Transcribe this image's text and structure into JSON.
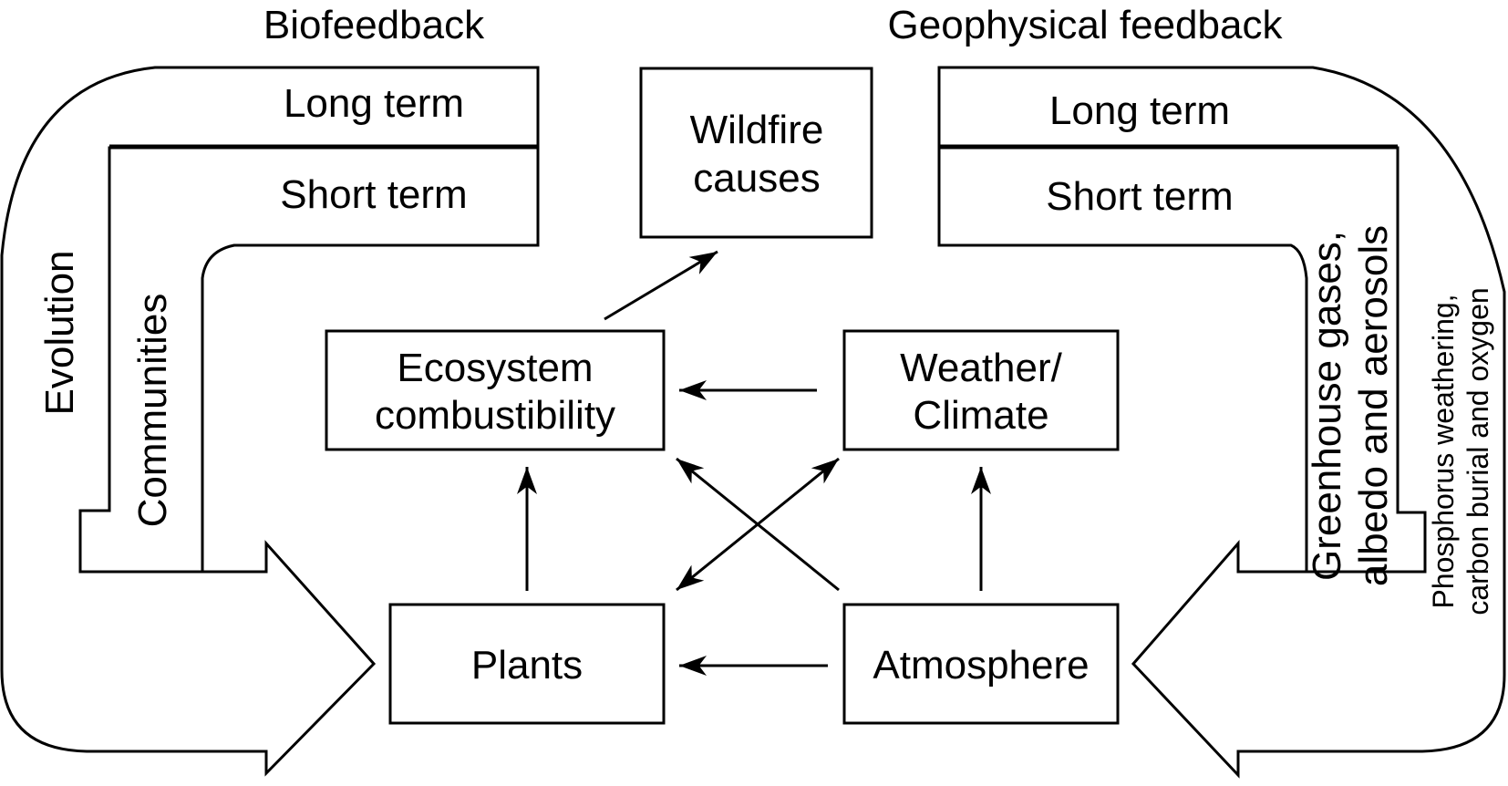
{
  "diagram": {
    "colors": {
      "stroke": "#000000",
      "background": "#ffffff"
    },
    "section_titles": {
      "left": "Biofeedback",
      "right": "Geophysical feedback"
    },
    "left_feedback": {
      "long_term_label": "Long term",
      "short_term_label": "Short term",
      "outer_band_label": "Evolution",
      "inner_band_label": "Communities"
    },
    "right_feedback": {
      "long_term_label": "Long term",
      "short_term_label": "Short term",
      "inner_band_label_line1": "Greenhouse gases,",
      "inner_band_label_line2": "albedo and aerosols",
      "outer_band_label_line1": "Phosphorus weathering,",
      "outer_band_label_line2": "carbon burial and oxygen"
    },
    "nodes": {
      "wildfire": {
        "line1": "Wildfire",
        "line2": "causes"
      },
      "ecosystem": {
        "line1": "Ecosystem",
        "line2": "combustibility"
      },
      "weather": {
        "line1": "Weather/",
        "line2": "Climate"
      },
      "plants": {
        "label": "Plants"
      },
      "atmosphere": {
        "label": "Atmosphere"
      }
    },
    "edges": [
      {
        "from": "Ecosystem combustibility",
        "to": "Wildfire causes"
      },
      {
        "from": "Weather/Climate",
        "to": "Ecosystem combustibility"
      },
      {
        "from": "Plants",
        "to": "Ecosystem combustibility"
      },
      {
        "from": "Atmosphere",
        "to": "Weather/Climate"
      },
      {
        "from": "Atmosphere",
        "to": "Plants"
      },
      {
        "from": "Atmosphere",
        "to": "Ecosystem combustibility"
      },
      {
        "from": "Plants",
        "to": "Weather/Climate",
        "bidirectional": true
      }
    ]
  }
}
